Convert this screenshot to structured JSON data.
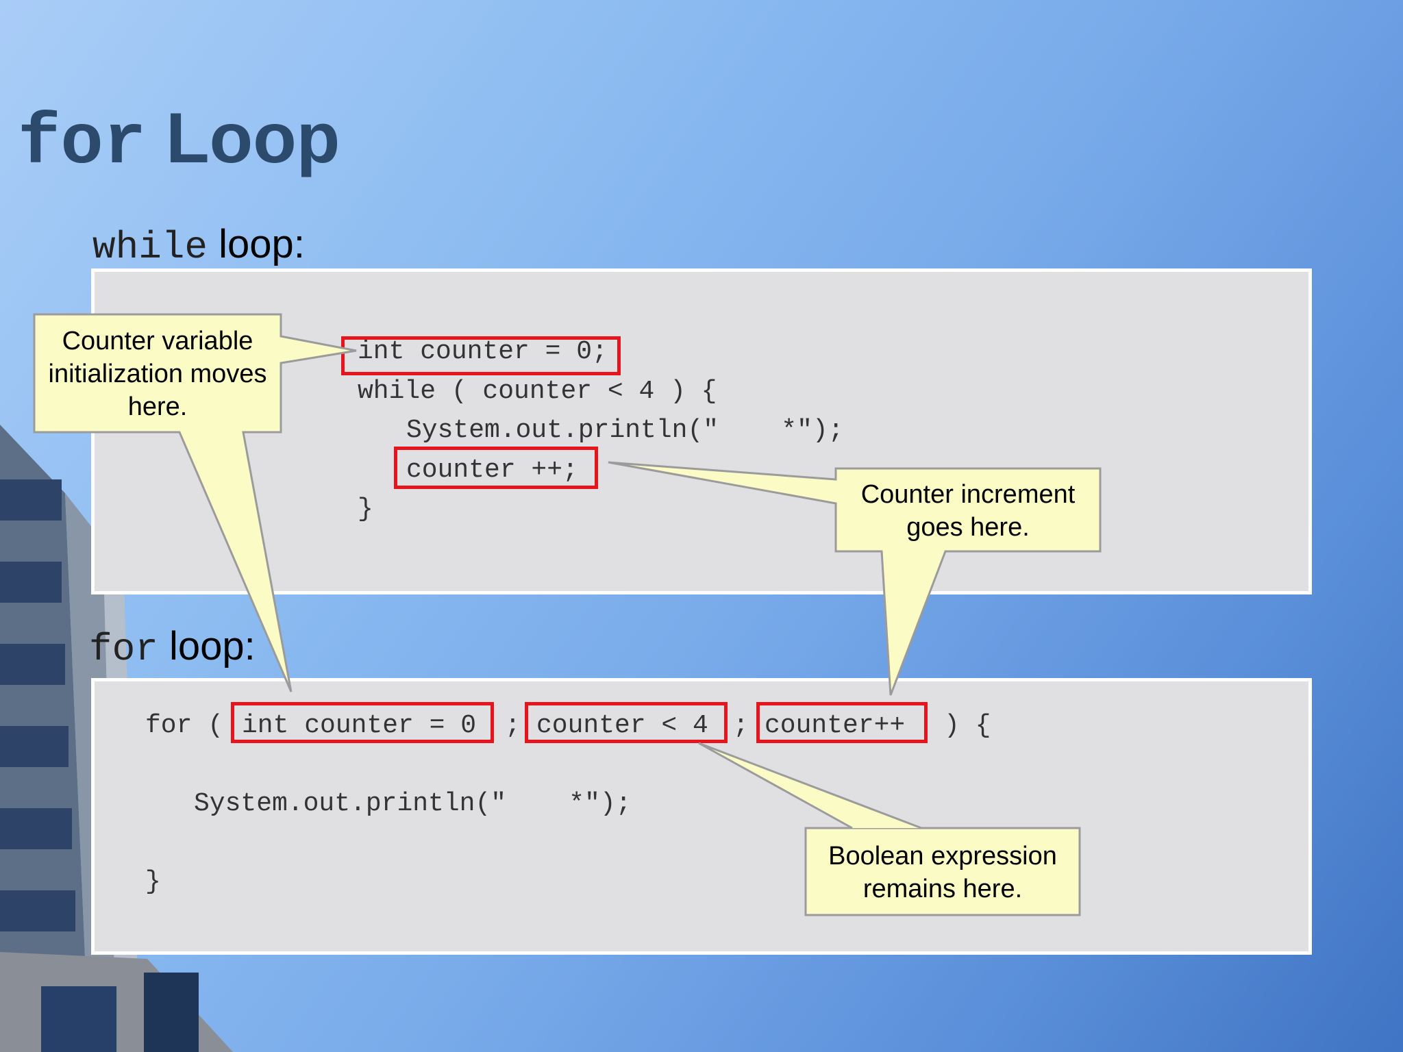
{
  "title": {
    "keyword": "for",
    "rest": "Loop"
  },
  "while_section": {
    "heading_code": "while",
    "heading_text": "loop:",
    "code_lines": [
      "int counter = 0;",
      "while ( counter < 4 ) {",
      "System.out.println(\"    *\");",
      "counter ++;",
      "}"
    ]
  },
  "for_section": {
    "heading_code": "for",
    "heading_text": "loop:",
    "line1": {
      "prefix": "for (",
      "init": "int counter = 0",
      "sep1": ";",
      "cond": "counter < 4",
      "sep2": ";",
      "incr": "counter++",
      "suffix": ") {"
    },
    "line2": "System.out.println(\"    *\");",
    "line3": "}"
  },
  "callouts": {
    "init": "Counter variable initialization moves here.",
    "increment": "Counter increment goes here.",
    "boolean": "Boolean expression remains here."
  },
  "colors": {
    "highlight": "#e8141b",
    "callout_fill": "#fbfbc6",
    "title": "#2c4a6b"
  }
}
